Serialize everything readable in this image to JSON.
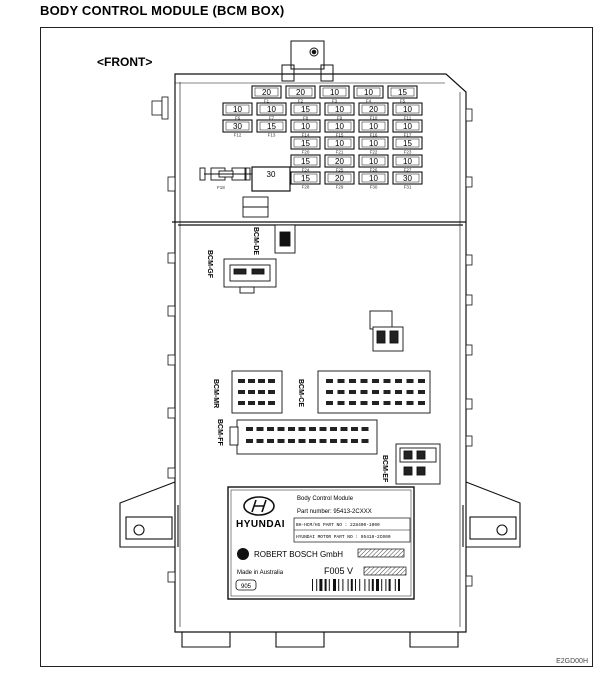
{
  "title": "BODY CONTROL MODULE (BCM BOX)",
  "view_label": "<FRONT>",
  "figure_code": "E2GD00H",
  "fuses": [
    {
      "id": "F1",
      "value": "20"
    },
    {
      "id": "F2",
      "value": "20"
    },
    {
      "id": "F3",
      "value": "10"
    },
    {
      "id": "F4",
      "value": "10"
    },
    {
      "id": "F5",
      "value": "15"
    },
    {
      "id": "F6",
      "value": "10"
    },
    {
      "id": "F7",
      "value": "10"
    },
    {
      "id": "F8",
      "value": "15"
    },
    {
      "id": "F9",
      "value": "10"
    },
    {
      "id": "F10",
      "value": "20"
    },
    {
      "id": "F11",
      "value": "10"
    },
    {
      "id": "F12",
      "value": "30"
    },
    {
      "id": "F13",
      "value": "15"
    },
    {
      "id": "F14",
      "value": "10"
    },
    {
      "id": "F15",
      "value": "10"
    },
    {
      "id": "F16",
      "value": "10"
    },
    {
      "id": "F17",
      "value": "10"
    },
    {
      "id": "F20",
      "value": "15"
    },
    {
      "id": "F21",
      "value": "10"
    },
    {
      "id": "F22",
      "value": "10"
    },
    {
      "id": "F23",
      "value": "15"
    },
    {
      "id": "F24",
      "value": "15"
    },
    {
      "id": "F25",
      "value": "20"
    },
    {
      "id": "F26",
      "value": "10"
    },
    {
      "id": "F27",
      "value": "10"
    },
    {
      "id": "F28",
      "value": "15"
    },
    {
      "id": "F29",
      "value": "20"
    },
    {
      "id": "F30",
      "value": "10"
    },
    {
      "id": "F31",
      "value": "30"
    }
  ],
  "large_fuse": {
    "id": "F19",
    "value": "30"
  },
  "side_fuse": {
    "id": "F18"
  },
  "connectors": {
    "de": "BCM-DE",
    "gf": "BCM-GF",
    "mr": "BCM-MR",
    "ce": "BCM-CE",
    "ff": "BCM-FF",
    "ef": "BCM-EF"
  },
  "label_plate": {
    "brand": "HYUNDAI",
    "product": "Body Control Module",
    "part_number": "Part number: 95413-2CXXX",
    "hw_part": "BH-HCM/HG PART NO   : 228400-1000",
    "hyundai_part": "HYUNDAI MOTOR PART NO : 95410-2C000",
    "maker": "ROBERT BOSCH GmbH",
    "origin": "Made in Australia",
    "lot": "F005 V",
    "stamp": "905"
  }
}
